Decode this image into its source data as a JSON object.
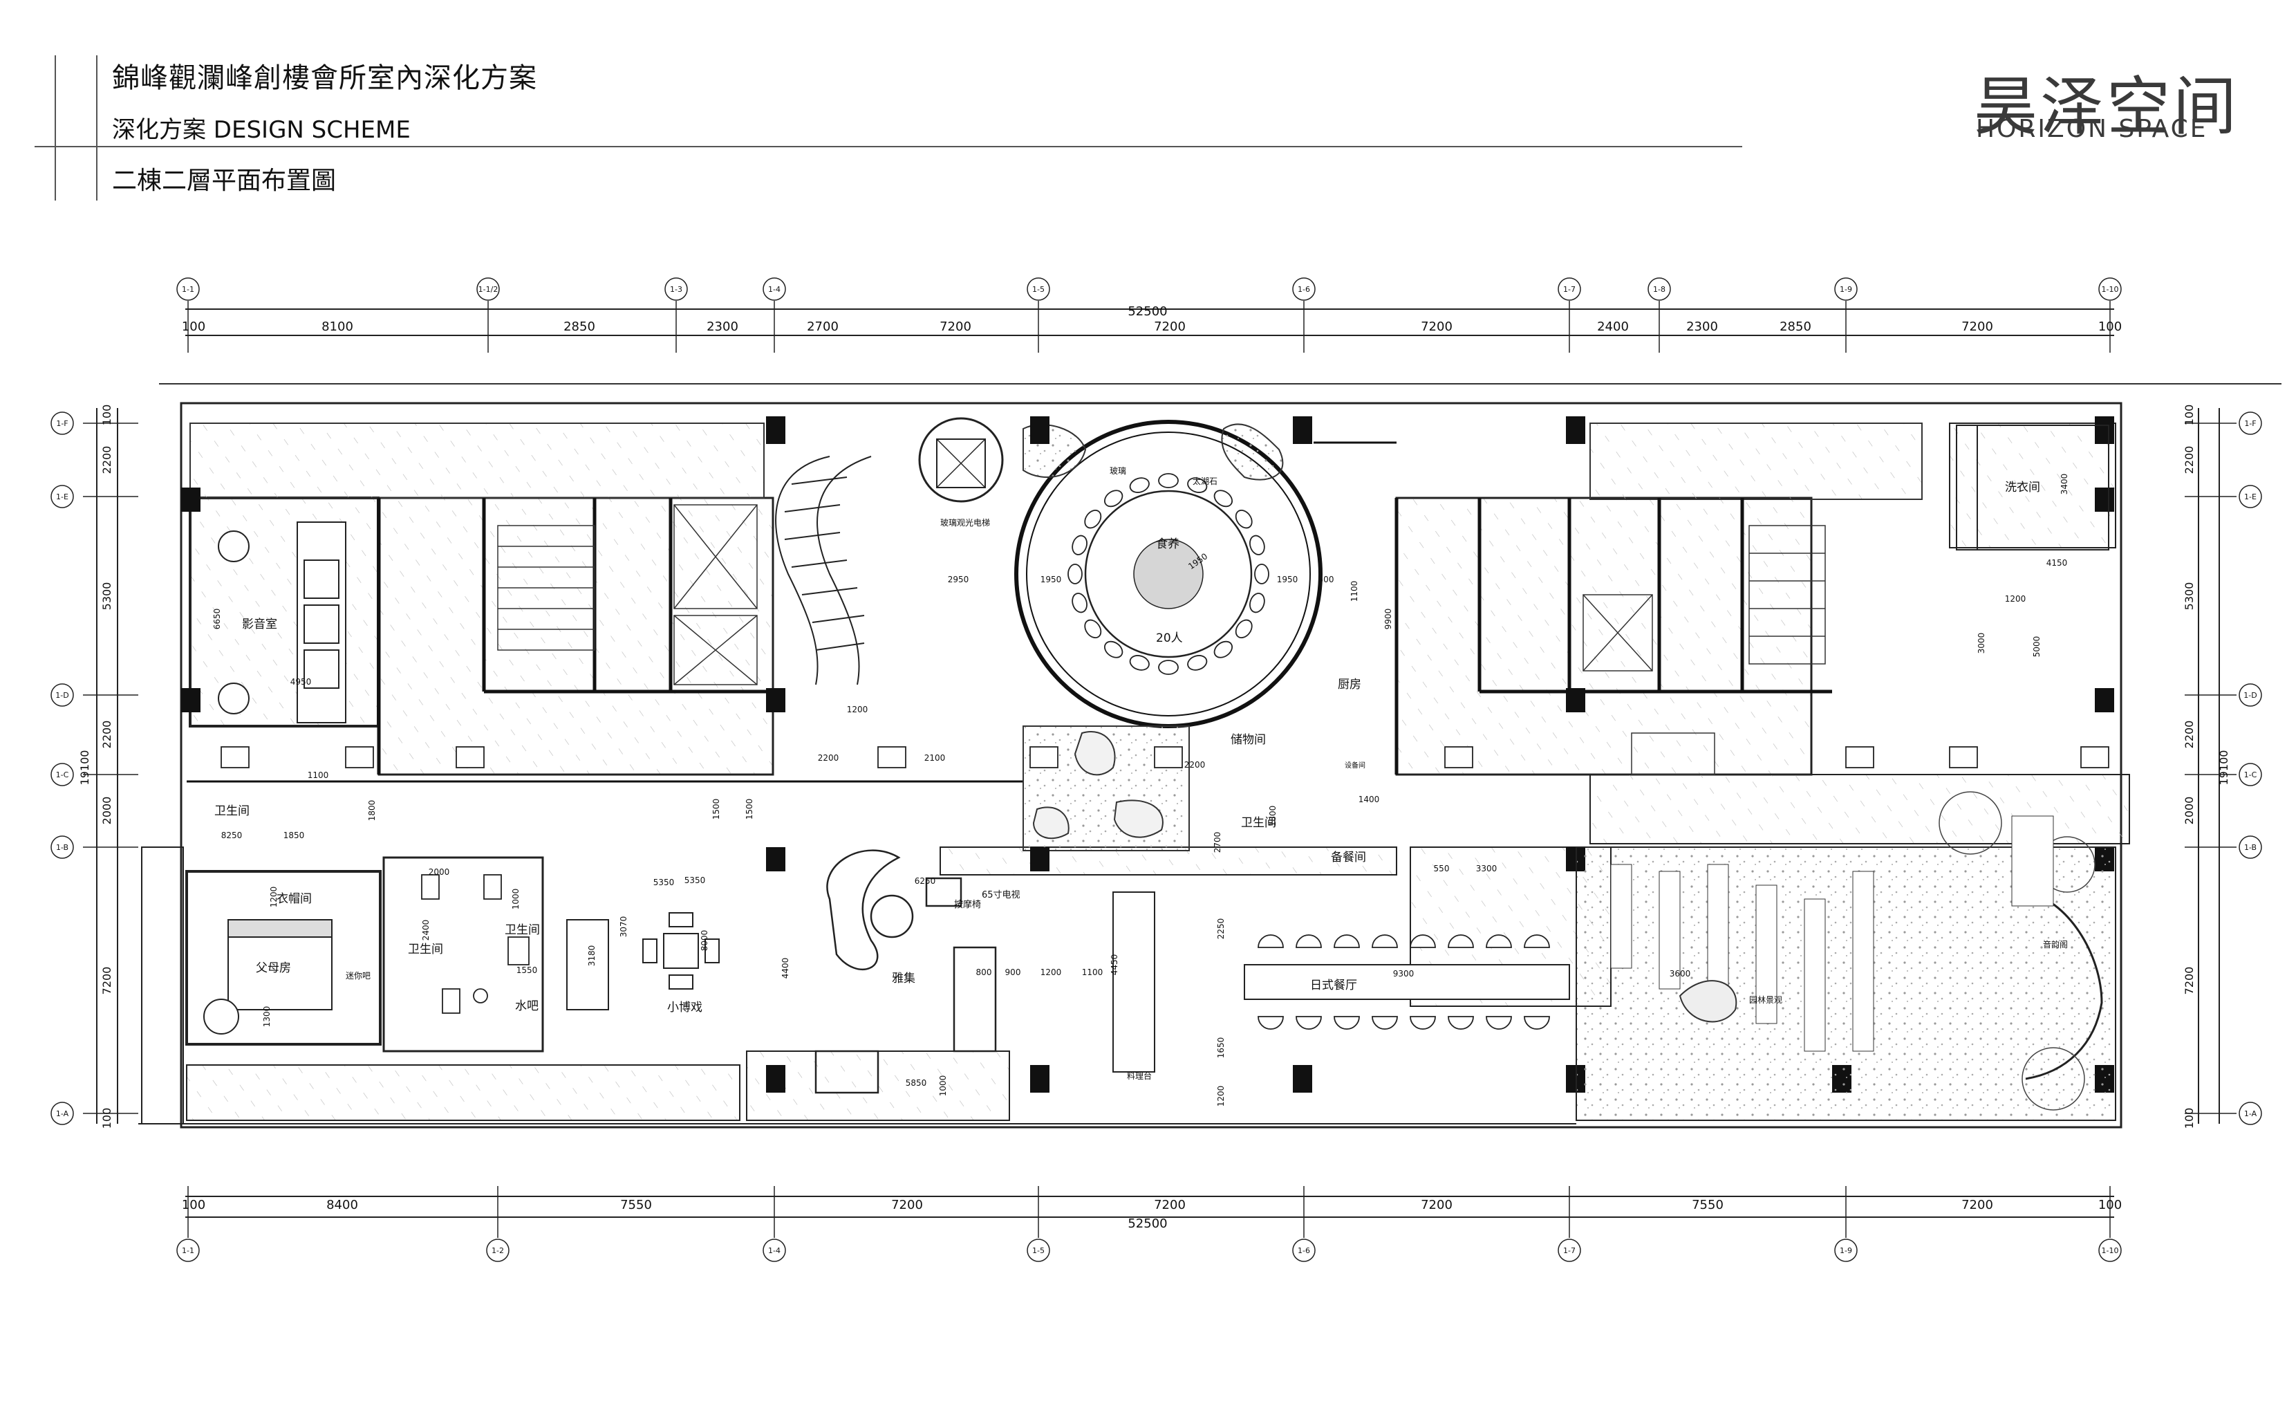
{
  "header": {
    "project_title": "錦峰觀瀾峰創樓會所室內深化方案",
    "scheme_title": "深化方案 DESIGN SCHEME",
    "drawing_title": "二棟二層平面布置圖"
  },
  "logo": {
    "name_cn": "昊泽空间",
    "name_en": "HORIZON SPACE"
  },
  "grid_top": [
    "1-1",
    "1-1/2",
    "1-3",
    "1-4",
    "1-5",
    "1-6",
    "1-7",
    "1-8",
    "1-9",
    "1-10"
  ],
  "grid_bottom": [
    "1-1",
    "1-2",
    "1-4",
    "1-5",
    "1-6",
    "1-7",
    "1-9",
    "1-10"
  ],
  "grid_left": [
    "1-F",
    "1-E",
    "1-D",
    "1-C",
    "1-B",
    "1-A"
  ],
  "grid_right": [
    "1-F",
    "1-E",
    "1-D",
    "1-C",
    "1-B",
    "1-A"
  ],
  "dims_top": [
    "100",
    "8100",
    "2850",
    "2300",
    "2700",
    "7200",
    "7200",
    "7200",
    "2400",
    "2300",
    "2850",
    "7200",
    "100"
  ],
  "dims_top_total": "52500",
  "dims_bottom": [
    "100",
    "8400",
    "7550",
    "7200",
    "7200",
    "7200",
    "7550",
    "7200",
    "100"
  ],
  "dims_bottom_total": "52500",
  "dims_left": [
    "100",
    "2200",
    "5300",
    "2200",
    "2000",
    "7200",
    "100"
  ],
  "dims_left_total": "19100",
  "dims_right": [
    "100",
    "2200",
    "5300",
    "2200",
    "2000",
    "7200",
    "100"
  ],
  "dims_right_total": "19100",
  "rooms": {
    "theater": "影音室",
    "bath_left": "卫生间",
    "cloakroom": "衣帽间",
    "parents_room": "父母房",
    "mini_bar_room": "迷你吧",
    "bath_mid1": "卫生间",
    "bath_mid2": "卫生间",
    "water_bar": "水吧",
    "gaming": "小博戏",
    "lounge": "雅集",
    "massage_chair": "按摩椅",
    "tv": "65寸电视",
    "glass_elevator": "玻璃观光电梯",
    "dining_round": "食养",
    "dining_people": "20人",
    "glass_label": "玻璃",
    "taihu_stone": "太湖石",
    "storage": "储物间",
    "kitchen": "厨房",
    "bath_center": "卫生间",
    "pantry": "备餐间",
    "japanese_dining": "日式餐厅",
    "prep_table": "料理台",
    "laundry": "洗衣间",
    "garden": "园林景观",
    "tea_room": "音韵阁",
    "equipment": "设备间"
  },
  "dims_inner": [
    "6650",
    "4950",
    "1100",
    "1850",
    "1800",
    "8250",
    "1500",
    "5350",
    "1200",
    "2000",
    "2400",
    "3070",
    "3180",
    "1300",
    "1550",
    "1000",
    "1200",
    "2950",
    "1950",
    "1950",
    "500",
    "1100",
    "6250",
    "5350",
    "9300",
    "3600",
    "4150",
    "1200",
    "3000",
    "5000",
    "2200",
    "2100",
    "2200",
    "4450",
    "900",
    "800",
    "1200",
    "1100",
    "5850",
    "1000",
    "2250",
    "1650",
    "1200",
    "3300",
    "550",
    "1400",
    "3400",
    "2700",
    "1800",
    "1500",
    "9900",
    "1950",
    "8000",
    "4400"
  ]
}
